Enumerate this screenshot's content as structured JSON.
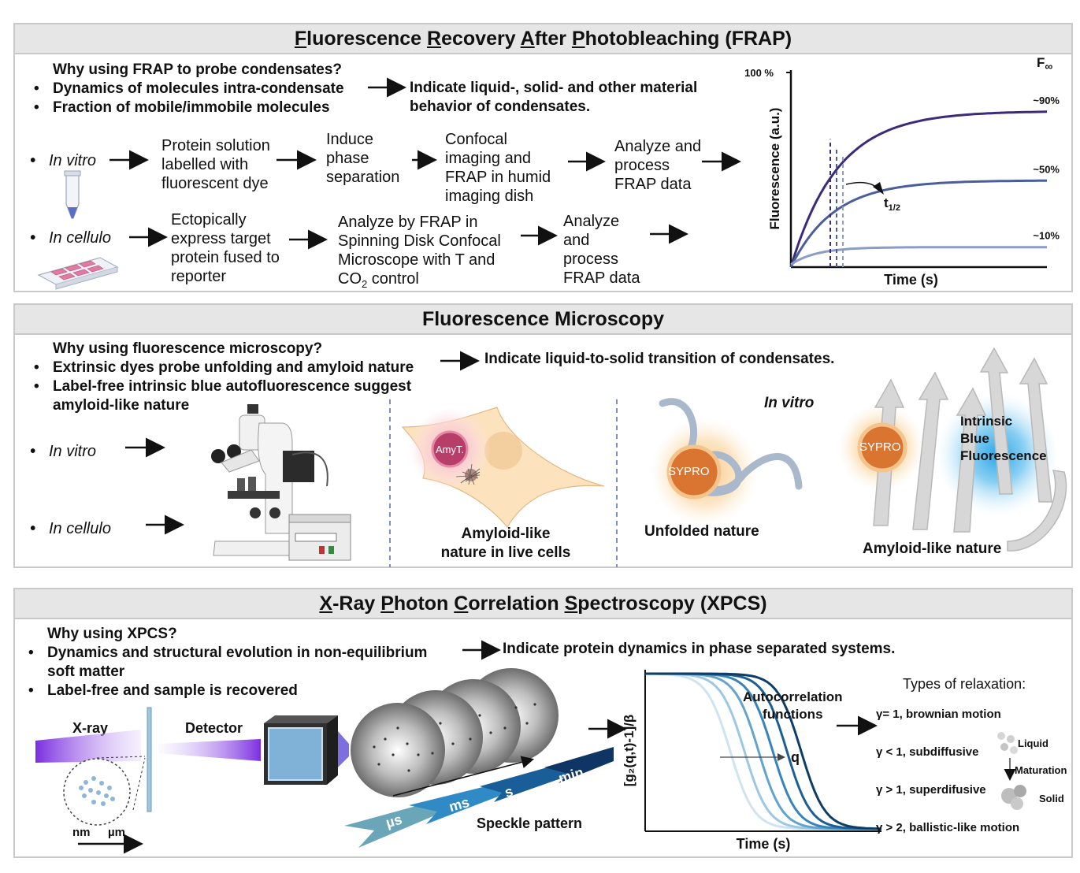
{
  "frap": {
    "title_parts": [
      {
        "u": "F",
        "r": "luorescence "
      },
      {
        "u": "R",
        "r": "ecovery "
      },
      {
        "u": "A",
        "r": "fter "
      },
      {
        "u": "P",
        "r": "hotobleaching (FRAP)"
      }
    ],
    "why_heading": "Why using FRAP to probe condensates?",
    "why_points": [
      "Dynamics of molecules intra-condensate",
      "Fraction of mobile/immobile molecules"
    ],
    "indicate_line1": "Indicate liquid-, solid- and other material",
    "indicate_line2": "behavior of condensates.",
    "invitro_label": "In vitro",
    "invitro_steps": [
      [
        "Protein solution",
        "labelled with",
        "fluorescent dye"
      ],
      [
        "Induce",
        "phase",
        "separation"
      ],
      [
        "Confocal",
        "imaging and",
        "FRAP in humid",
        "imaging dish"
      ],
      [
        "Analyze and",
        "process",
        "FRAP data"
      ]
    ],
    "incellulo_label": "In cellulo",
    "incellulo_steps": [
      [
        "Ectopically",
        "express target",
        "protein fused to",
        "reporter"
      ],
      [
        "Analyze by FRAP in",
        "Spinning Disk Confocal",
        "Microscope with T and"
      ],
      [
        "Analyze",
        "and",
        "process",
        "FRAP data"
      ]
    ],
    "co2_line": {
      "pre": "CO",
      "sub": "2",
      "post": " control"
    },
    "chart": {
      "y_max_label": "100 %",
      "ylabel": "Fluorescence (a.u.)",
      "xlabel": "Time (s)",
      "f_inf_label": "F",
      "f_inf_sub": "∞",
      "half_label": "t",
      "half_sub": "1/2",
      "series_labels": [
        "~90%",
        "~50%",
        "~10%"
      ],
      "colors": [
        "#3d2a78",
        "#4b5e9b",
        "#8c9cc4"
      ]
    }
  },
  "fluor": {
    "title": "Fluorescence Microscopy",
    "why_heading": "Why using fluorescence microscopy?",
    "why_points": [
      "Extrinsic dyes probe unfolding and amyloid nature",
      "Label-free intrinsic blue autofluorescence suggest"
    ],
    "why_point2_cont": "amyloid-like nature",
    "indicate": "Indicate liquid-to-solid transition of condensates.",
    "invitro_label": "In vitro",
    "incellulo_label": "In cellulo",
    "amyt_label": "AmyT.",
    "cell_caption": [
      "Amyloid-like",
      "nature in live cells"
    ],
    "invitro_tag": "In vitro",
    "sypro_label": "SYPRO",
    "unfolded_caption": "Unfolded nature",
    "intrinsic_label": [
      "Intrinsic",
      "Blue",
      "Fluorescence"
    ],
    "amyloid_caption": "Amyloid-like nature"
  },
  "xpcs": {
    "title_parts": [
      {
        "u": "X",
        "r": "-Ray "
      },
      {
        "u": "P",
        "r": "hoton "
      },
      {
        "u": "C",
        "r": "orrelation "
      },
      {
        "u": "S",
        "r": "pectroscopy (XPCS)"
      }
    ],
    "why_heading": "Why using XPCS?",
    "why_points": [
      "Dynamics and structural evolution in non-equilibrium",
      "Label-free and sample is recovered"
    ],
    "why_point1_cont": "soft matter",
    "indicate": "Indicate protein dynamics in phase separated systems.",
    "xray_label": "X-ray",
    "detector_label": "Detector",
    "scale_labels": [
      "nm",
      "µm"
    ],
    "time_scales": [
      "µs",
      "ms",
      "s",
      "min"
    ],
    "speckle_caption": "Speckle pattern",
    "chart": {
      "ylabel": "[g₂(q,t)-1]/β",
      "xlabel": "Time (s)",
      "autocorr_label": [
        "Autocorrelation",
        "functions"
      ],
      "q_label": "q",
      "colors": [
        "#cfe3f1",
        "#9cc8e3",
        "#63a3cf",
        "#3784b9",
        "#1d5f93",
        "#0e3d66"
      ]
    },
    "relax_title": "Types of relaxation:",
    "relax_items": [
      "γ= 1, brownian motion",
      "γ < 1, subdiffusive",
      "γ > 1, superdifusive",
      "γ > 2,  ballistic-like motion"
    ],
    "liquid_label": "Liquid",
    "maturation_label": "Maturation",
    "solid_label": "Solid"
  }
}
